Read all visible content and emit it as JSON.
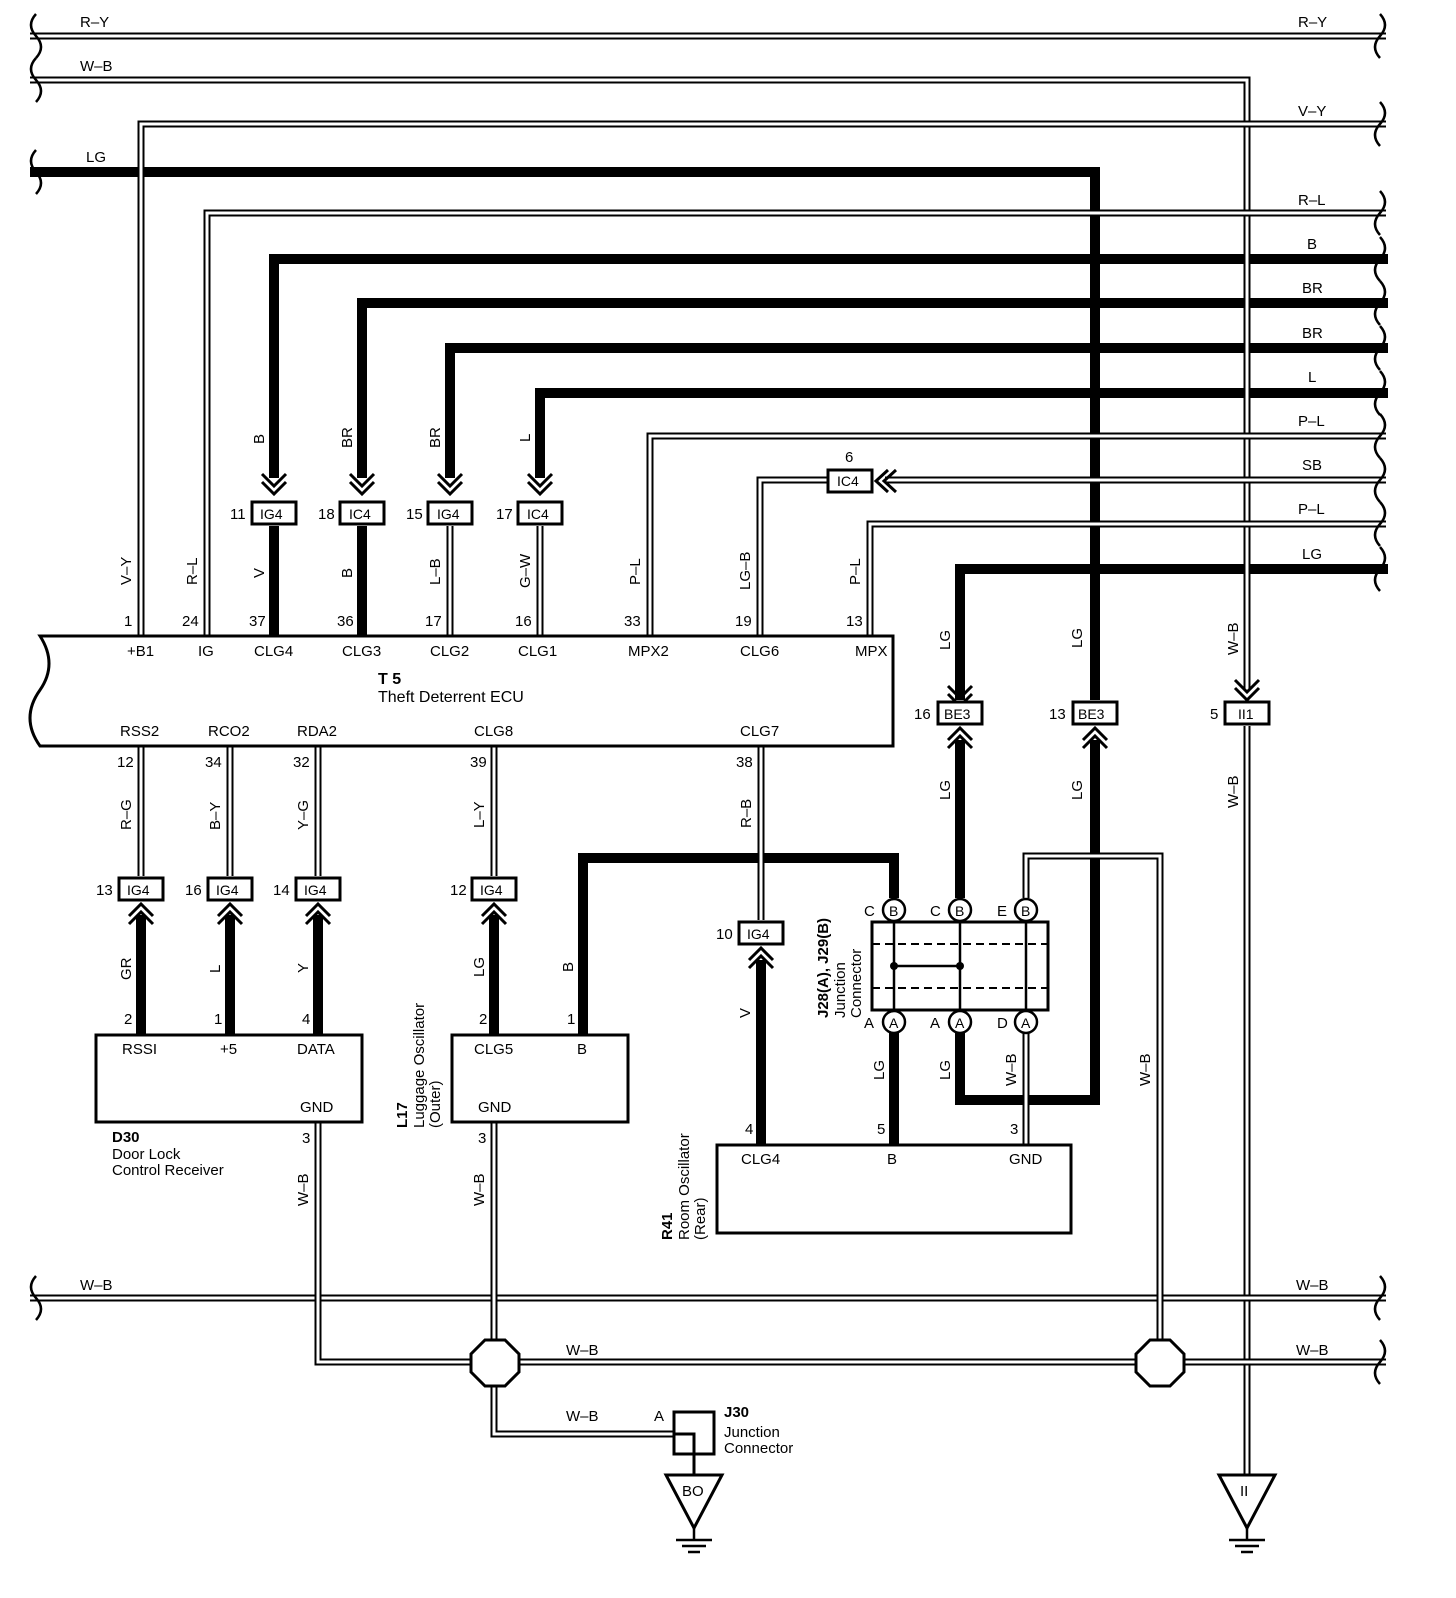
{
  "colors": {
    "wire": "#000000",
    "background": "#ffffff"
  },
  "wires": {
    "top_ry": "R–Y",
    "top_ry_right": "R–Y",
    "top_wb": "W–B",
    "vy_right": "V–Y",
    "lg_left": "LG",
    "rl_right": "R–L",
    "b_right": "B",
    "br1_right": "BR",
    "br2_right": "BR",
    "l_right": "L",
    "pl1_right": "P–L",
    "sb_right": "SB",
    "pl2_right": "P–L",
    "lg_right": "LG",
    "wb_bus_left": "W–B",
    "wb_bus_right": "W–B",
    "wb_lower_mid": "W–B",
    "wb_lower_right": "W–B",
    "wb_j30": "W–B"
  },
  "ecu": {
    "title": "T 5",
    "subtitle": "Theft Deterrent ECU",
    "top_pins": [
      {
        "num": "1",
        "name": "+B1",
        "wire": "V–Y"
      },
      {
        "num": "24",
        "name": "IG",
        "wire": "R–L"
      },
      {
        "num": "37",
        "name": "CLG4",
        "wire": "V"
      },
      {
        "num": "36",
        "name": "CLG3",
        "wire": "B"
      },
      {
        "num": "17",
        "name": "CLG2",
        "wire": "L–B"
      },
      {
        "num": "16",
        "name": "CLG1",
        "wire": "G–W"
      },
      {
        "num": "33",
        "name": "MPX2",
        "wire": "P–L"
      },
      {
        "num": "19",
        "name": "CLG6",
        "wire": "LG–B"
      },
      {
        "num": "13",
        "name": "MPX",
        "wire": "P–L"
      }
    ],
    "bottom_pins": [
      {
        "num": "12",
        "name": "RSS2",
        "wire": "R–G"
      },
      {
        "num": "34",
        "name": "RCO2",
        "wire": "B–Y"
      },
      {
        "num": "32",
        "name": "RDA2",
        "wire": "Y–G"
      },
      {
        "num": "39",
        "name": "CLG8",
        "wire": "L–Y"
      },
      {
        "num": "38",
        "name": "CLG7",
        "wire": "R–B"
      }
    ]
  },
  "upper_connectors": [
    {
      "pin": "11",
      "id": "IG4",
      "wire_in": "B"
    },
    {
      "pin": "18",
      "id": "IC4",
      "wire_in": "BR"
    },
    {
      "pin": "15",
      "id": "IG4",
      "wire_in": "BR"
    },
    {
      "pin": "17",
      "id": "IC4",
      "wire_in": "L"
    },
    {
      "pin": "6",
      "id": "IC4"
    }
  ],
  "be3_connectors": [
    {
      "pin": "16",
      "id": "BE3",
      "wire_top": "LG",
      "wire_bottom": "LG"
    },
    {
      "pin": "13",
      "id": "BE3",
      "wire_top": "LG",
      "wire_bottom": "LG"
    }
  ],
  "ii1_connector": {
    "pin": "5",
    "id": "II1",
    "wire_top": "W–B",
    "wire_bottom": "W–B"
  },
  "lower_connectors": [
    {
      "pin": "13",
      "id": "IG4",
      "wire": "GR"
    },
    {
      "pin": "16",
      "id": "IG4",
      "wire": "L"
    },
    {
      "pin": "14",
      "id": "IG4",
      "wire": "Y"
    },
    {
      "pin": "12",
      "id": "IG4",
      "wire": "LG"
    },
    {
      "pin": "10",
      "id": "IG4",
      "wire": "V"
    }
  ],
  "d30": {
    "id": "D30",
    "name_line1": "Door Lock",
    "name_line2": "Control Receiver",
    "pins": [
      {
        "num": "2",
        "name": "RSSI"
      },
      {
        "num": "1",
        "name": "+5"
      },
      {
        "num": "4",
        "name": "DATA"
      },
      {
        "num": "3",
        "name": "GND"
      }
    ],
    "gnd_wire": "W–B"
  },
  "l17": {
    "id": "L17",
    "name_line1": "Luggage Oscillator",
    "name_line2": "(Outer)",
    "pins": [
      {
        "num": "2",
        "name": "CLG5"
      },
      {
        "num": "1",
        "name": "B"
      },
      {
        "num": "3",
        "name": "GND"
      }
    ],
    "b_wire": "B",
    "gnd_wire": "W–B"
  },
  "r41": {
    "id": "R41",
    "name_line1": "Room Oscillator",
    "name_line2": "(Rear)",
    "pins": [
      {
        "num": "4",
        "name": "CLG4"
      },
      {
        "num": "5",
        "name": "B"
      },
      {
        "num": "3",
        "name": "GND"
      }
    ]
  },
  "junction": {
    "id": "J28(A), J29(B)",
    "name_line1": "Junction",
    "name_line2": "Connector",
    "top_pins": [
      {
        "letter": "C",
        "circle": "B"
      },
      {
        "letter": "C",
        "circle": "B"
      },
      {
        "letter": "E",
        "circle": "B"
      }
    ],
    "bottom_pins": [
      {
        "letter": "A",
        "circle": "A",
        "wire": "LG"
      },
      {
        "letter": "A",
        "circle": "A",
        "wire": "LG"
      },
      {
        "letter": "D",
        "circle": "A",
        "wire": "W–B"
      }
    ],
    "right_wire": "W–B"
  },
  "j30": {
    "id": "J30",
    "name_line1": "Junction",
    "name_line2": "Connector",
    "pin": "A"
  },
  "grounds": [
    {
      "id": "BO"
    },
    {
      "id": "II"
    }
  ]
}
